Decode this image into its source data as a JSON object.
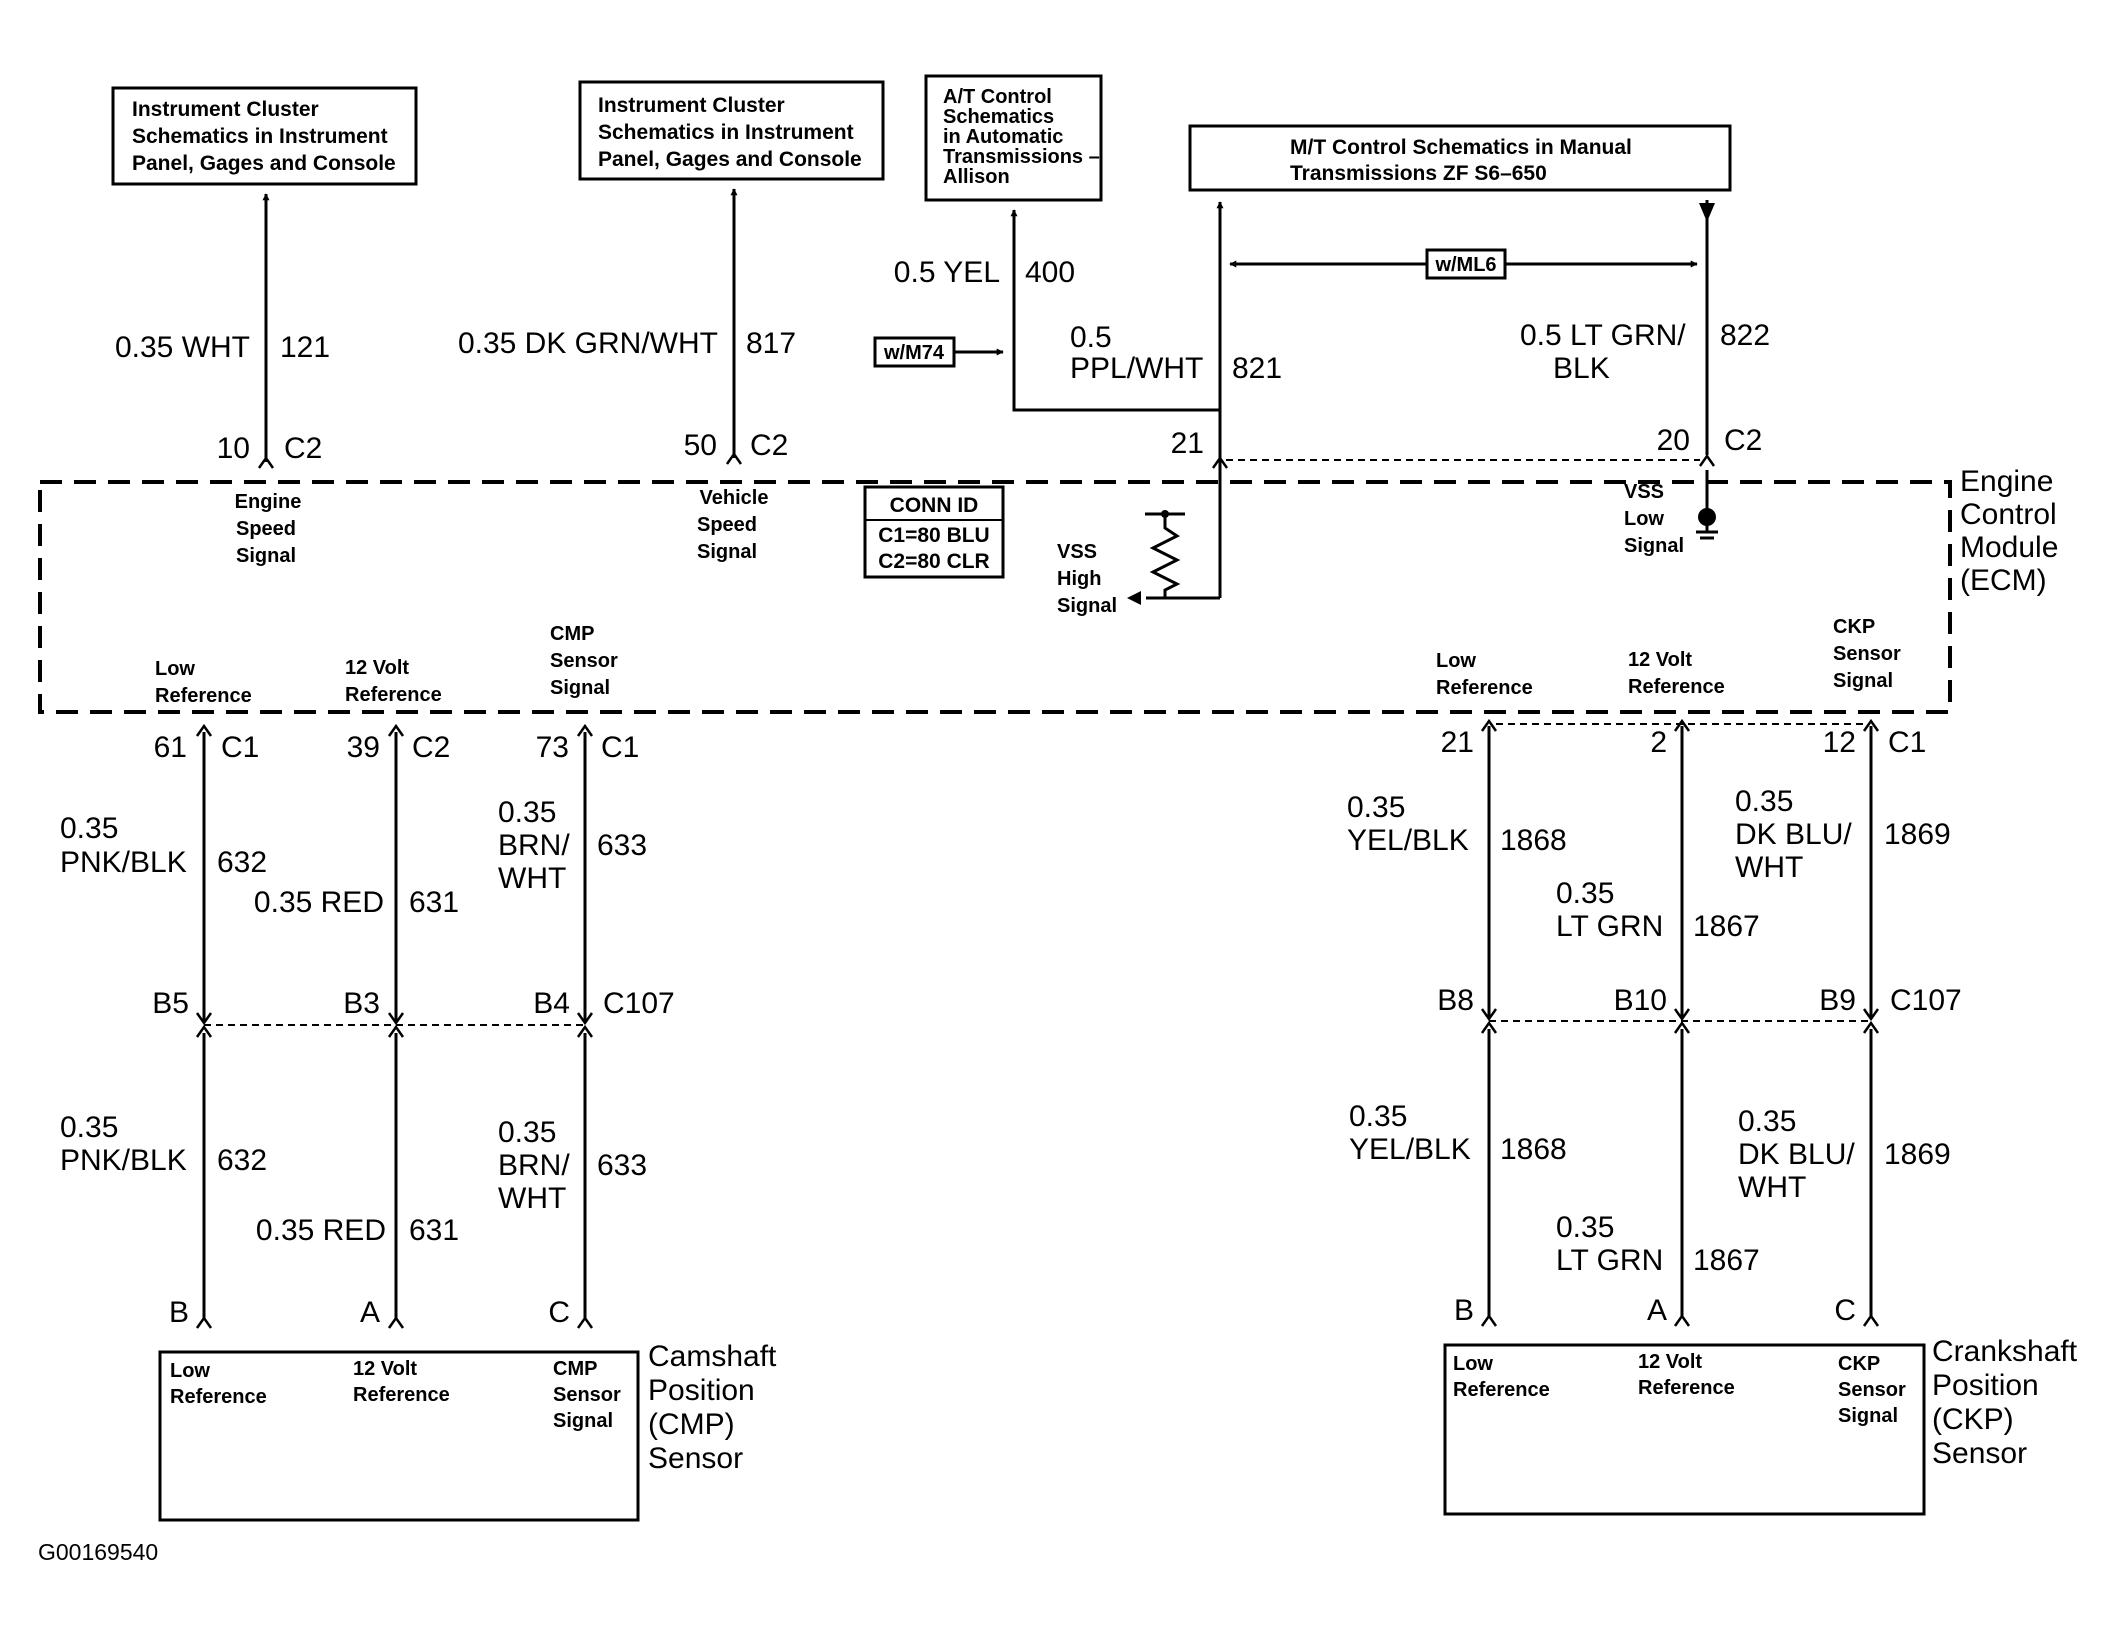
{
  "refs": {
    "ic1": [
      "Instrument Cluster",
      "Schematics in Instrument",
      "Panel, Gages and Console"
    ],
    "ic2": [
      "Instrument Cluster",
      "Schematics in Instrument",
      "Panel, Gages and Console"
    ],
    "at": [
      "A/T Control",
      "Schematics",
      "in Automatic",
      "Transmissions –",
      "Allison"
    ],
    "mt": [
      "M/T Control Schematics in Manual",
      "Transmissions ZF S6–650"
    ]
  },
  "options": {
    "ml6": "w/ML6",
    "m74": "w/M74"
  },
  "conn_id": {
    "title": "CONN ID",
    "c1": "C1=80 BLU",
    "c2": "C2=80 CLR"
  },
  "ecm": {
    "name": [
      "Engine",
      "Control",
      "Module",
      "(ECM)"
    ]
  },
  "upper": {
    "engine_speed": {
      "wire": "0.35 WHT",
      "circuit": "121",
      "pin": "10",
      "conn": "C2",
      "signal": [
        "Engine",
        "Speed",
        "Signal"
      ]
    },
    "vehicle_speed": {
      "wire": "0.35 DK GRN/WHT",
      "circuit": "817",
      "pin": "50",
      "conn": "C2",
      "signal": [
        "Vehicle",
        "Speed",
        "Signal"
      ]
    },
    "at_wire": {
      "wire": "0.5 YEL",
      "circuit": "400"
    },
    "vss_high": {
      "wire": [
        "0.5",
        "PPL/WHT"
      ],
      "circuit": "821",
      "pin": "21",
      "signal": [
        "VSS",
        "High",
        "Signal"
      ]
    },
    "vss_low": {
      "wire": [
        "0.5 LT GRN/",
        "BLK"
      ],
      "circuit": "822",
      "pin": "20",
      "conn": "C2",
      "signal": [
        "VSS",
        "Low",
        "Signal"
      ]
    }
  },
  "cmp": {
    "functions": {
      "low": [
        "Low",
        "Reference"
      ],
      "v12": [
        "12 Volt",
        "Reference"
      ],
      "sig": [
        "CMP",
        "Sensor",
        "Signal"
      ]
    },
    "pins": {
      "low": "61",
      "low_conn": "C1",
      "v12": "39",
      "v12_conn": "C2",
      "sig": "73",
      "sig_conn": "C1"
    },
    "wires_upper": {
      "low": [
        "0.35",
        "PNK/BLK"
      ],
      "low_c": "632",
      "v12": "0.35 RED",
      "v12_c": "631",
      "sig": [
        "0.35",
        "BRN/",
        "WHT"
      ],
      "sig_c": "633"
    },
    "c107": {
      "low": "B5",
      "v12": "B3",
      "sig": "B4",
      "name": "C107"
    },
    "wires_lower": {
      "low": [
        "0.35",
        "PNK/BLK"
      ],
      "low_c": "632",
      "v12": "0.35 RED",
      "v12_c": "631",
      "sig": [
        "0.35",
        "BRN/",
        "WHT"
      ],
      "sig_c": "633"
    },
    "sensor_pins": {
      "low": "B",
      "v12": "A",
      "sig": "C"
    },
    "sensor_functions": {
      "low": [
        "Low",
        "Reference"
      ],
      "v12": [
        "12 Volt",
        "Reference"
      ],
      "sig": [
        "CMP",
        "Sensor",
        "Signal"
      ]
    },
    "sensor_name": [
      "Camshaft",
      "Position",
      "(CMP)",
      "Sensor"
    ]
  },
  "ckp": {
    "functions": {
      "low": [
        "Low",
        "Reference"
      ],
      "v12": [
        "12 Volt",
        "Reference"
      ],
      "sig": [
        "CKP",
        "Sensor",
        "Signal"
      ]
    },
    "pins": {
      "low": "21",
      "v12": "2",
      "sig": "12",
      "sig_conn": "C1"
    },
    "wires_upper": {
      "low": [
        "0.35",
        "YEL/BLK"
      ],
      "low_c": "1868",
      "v12": [
        "0.35",
        "LT GRN"
      ],
      "v12_c": "1867",
      "sig": [
        "0.35",
        "DK BLU/",
        "WHT"
      ],
      "sig_c": "1869"
    },
    "c107": {
      "low": "B8",
      "v12": "B10",
      "sig": "B9",
      "name": "C107"
    },
    "wires_lower": {
      "low": [
        "0.35",
        "YEL/BLK"
      ],
      "low_c": "1868",
      "v12": [
        "0.35",
        "LT GRN"
      ],
      "v12_c": "1867",
      "sig": [
        "0.35",
        "DK BLU/",
        "WHT"
      ],
      "sig_c": "1869"
    },
    "sensor_pins": {
      "low": "B",
      "v12": "A",
      "sig": "C"
    },
    "sensor_functions": {
      "low": [
        "Low",
        "Reference"
      ],
      "v12": [
        "12 Volt",
        "Reference"
      ],
      "sig": [
        "CKP",
        "Sensor",
        "Signal"
      ]
    },
    "sensor_name": [
      "Crankshaft",
      "Position",
      "(CKP)",
      "Sensor"
    ]
  },
  "figure_id": "G00169540"
}
